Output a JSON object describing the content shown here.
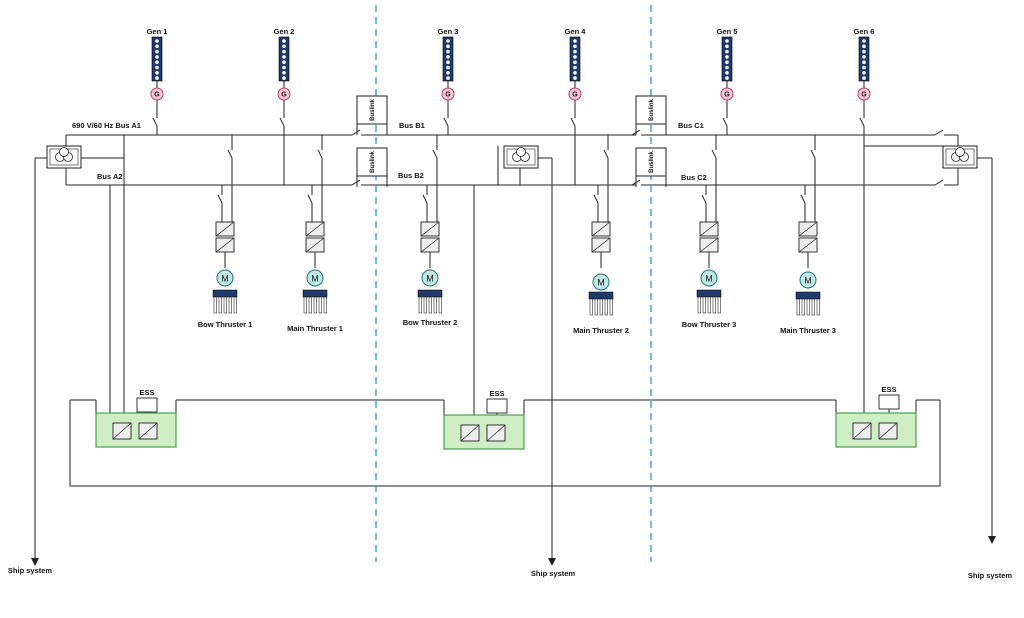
{
  "colors": {
    "line": "#222222",
    "divider": "#3a9ad9",
    "gen_fill": "#1f3a6b",
    "gen_circle": "#f4c6d4",
    "gen_circle_stroke": "#c0396b",
    "motor_fill": "#bfe7e6",
    "motor_stroke": "#2a6f7a",
    "thruster_fill": "#1f3a6b",
    "ess_fill": "#cfeec5",
    "ess_stroke": "#4aa04a",
    "conv_fill": "#eeeeee"
  },
  "generators": [
    {
      "label": "Gen 1",
      "symbol": "G"
    },
    {
      "label": "Gen 2",
      "symbol": "G"
    },
    {
      "label": "Gen 3",
      "symbol": "G"
    },
    {
      "label": "Gen 4",
      "symbol": "G"
    },
    {
      "label": "Gen 5",
      "symbol": "G"
    },
    {
      "label": "Gen 6",
      "symbol": "G"
    }
  ],
  "buses": {
    "a1": "690 V/60 Hz Bus A1",
    "a2": "Bus A2",
    "b1": "Bus B1",
    "b2": "Bus B2",
    "c1": "Bus C1",
    "c2": "Bus C2"
  },
  "buslinks": [
    "Buslink",
    "Buslink",
    "Buslink",
    "Buslink"
  ],
  "thrusters": [
    {
      "label": "Bow Thruster 1",
      "symbol": "M"
    },
    {
      "label": "Main Thruster 1",
      "symbol": "M"
    },
    {
      "label": "Bow Thruster 2",
      "symbol": "M"
    },
    {
      "label": "Main Thruster 2",
      "symbol": "M"
    },
    {
      "label": "Bow Thruster 3",
      "symbol": "M"
    },
    {
      "label": "Main Thruster 3",
      "symbol": "M"
    }
  ],
  "ess": [
    "ESS",
    "ESS",
    "ESS"
  ],
  "ship_system": [
    "Ship system",
    "Ship system",
    "Ship system"
  ]
}
